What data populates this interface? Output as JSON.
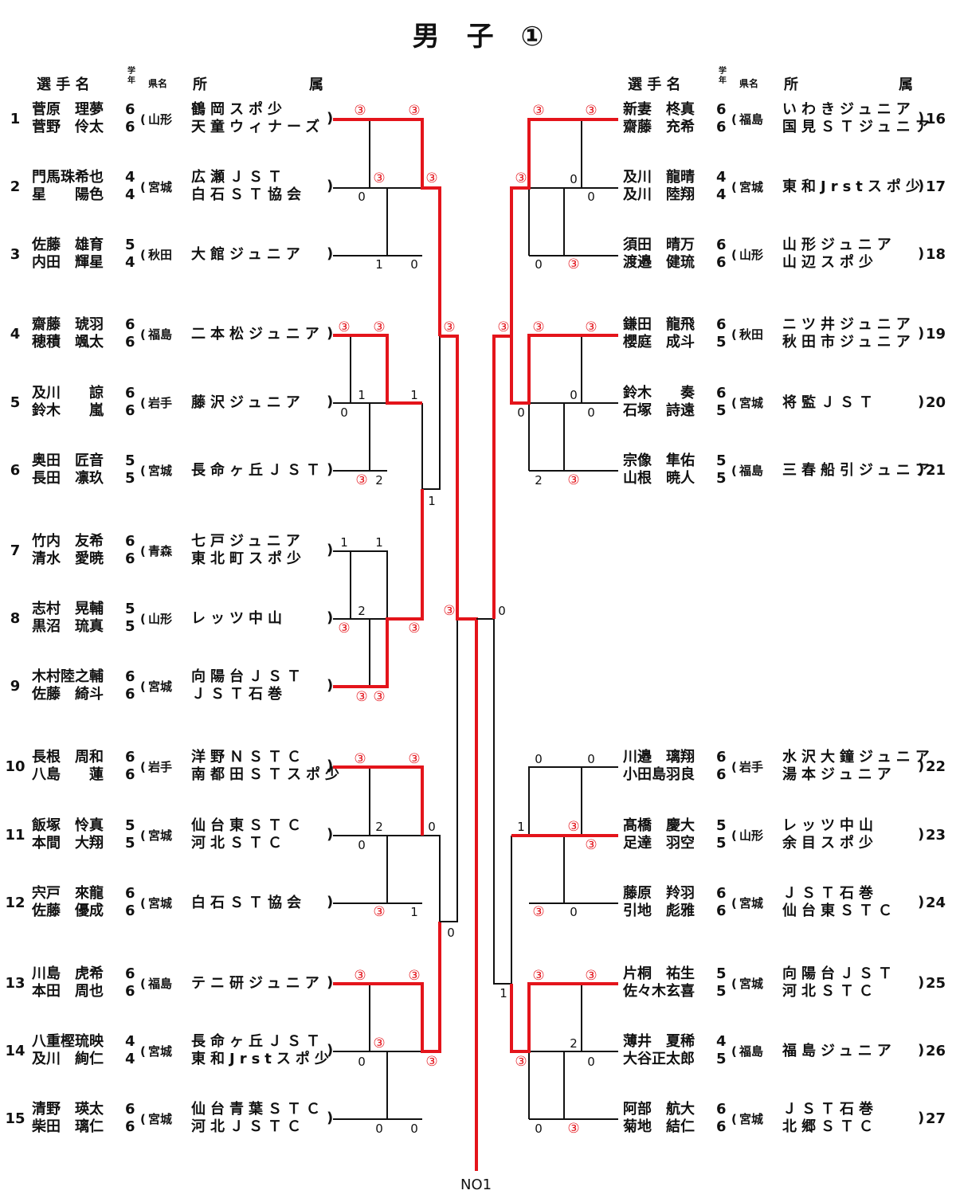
{
  "title": "男　子　①",
  "headers": {
    "player": "選 手 名",
    "grade": "学年",
    "pref": "県名",
    "aff_a": "所",
    "aff_b": "属"
  },
  "left": [
    {
      "seed": "1",
      "n1": "菅原　理夢",
      "n2": "菅野　伶太",
      "g1": "6",
      "g2": "6",
      "pref": "山形",
      "a1": "鶴岡スポ少",
      "a2": "天童ウィナーズ"
    },
    {
      "seed": "2",
      "n1": "門馬珠希也",
      "n2": "星　　陽色",
      "g1": "4",
      "g2": "4",
      "pref": "宮城",
      "a1": "広瀬ＪＳＴ",
      "a2": "白石ＳＴ協会"
    },
    {
      "seed": "3",
      "n1": "佐藤　雄育",
      "n2": "内田　輝星",
      "g1": "5",
      "g2": "4",
      "pref": "秋田",
      "a1": "大館ジュニア",
      "a2": ""
    },
    {
      "seed": "4",
      "n1": "齋藤　琥羽",
      "n2": "穂積　颯太",
      "g1": "6",
      "g2": "6",
      "pref": "福島",
      "a1": "二本松ジュニア",
      "a2": ""
    },
    {
      "seed": "5",
      "n1": "及川　　諒",
      "n2": "鈴木　　嵐",
      "g1": "6",
      "g2": "6",
      "pref": "岩手",
      "a1": "藤沢ジュニア",
      "a2": ""
    },
    {
      "seed": "6",
      "n1": "奥田　匠音",
      "n2": "長田　凛玖",
      "g1": "5",
      "g2": "5",
      "pref": "宮城",
      "a1": "長命ヶ丘ＪＳＴ",
      "a2": ""
    },
    {
      "seed": "7",
      "n1": "竹内　友希",
      "n2": "清水　愛暁",
      "g1": "6",
      "g2": "6",
      "pref": "青森",
      "a1": "七戸ジュニア",
      "a2": "東北町スポ少"
    },
    {
      "seed": "8",
      "n1": "志村　晃輔",
      "n2": "黒沼　琉真",
      "g1": "5",
      "g2": "5",
      "pref": "山形",
      "a1": "レッツ中山",
      "a2": ""
    },
    {
      "seed": "9",
      "n1": "木村陸之輔",
      "n2": "佐藤　綺斗",
      "g1": "6",
      "g2": "6",
      "pref": "宮城",
      "a1": "向陽台ＪＳＴ",
      "a2": "ＪＳＴ石巻"
    },
    {
      "seed": "10",
      "n1": "長根　周和",
      "n2": "八島　　蓮",
      "g1": "6",
      "g2": "6",
      "pref": "岩手",
      "a1": "洋野ＮＳＴＣ",
      "a2": "南都田ＳＴスポ少"
    },
    {
      "seed": "11",
      "n1": "飯塚　怜真",
      "n2": "本間　大翔",
      "g1": "5",
      "g2": "5",
      "pref": "宮城",
      "a1": "仙台東ＳＴＣ",
      "a2": "河北ＳＴＣ"
    },
    {
      "seed": "12",
      "n1": "宍戸　來龍",
      "n2": "佐藤　優成",
      "g1": "6",
      "g2": "6",
      "pref": "宮城",
      "a1": "白石ＳＴ協会",
      "a2": ""
    },
    {
      "seed": "13",
      "n1": "川島　虎希",
      "n2": "本田　周也",
      "g1": "6",
      "g2": "6",
      "pref": "福島",
      "a1": "テニ研ジュニア",
      "a2": ""
    },
    {
      "seed": "14",
      "n1": "八重樫琉映",
      "n2": "及川　絢仁",
      "g1": "4",
      "g2": "4",
      "pref": "宮城",
      "a1": "長命ヶ丘ＪＳＴ",
      "a2": "東和Jrstスポ少"
    },
    {
      "seed": "15",
      "n1": "清野　瑛太",
      "n2": "柴田　璃仁",
      "g1": "6",
      "g2": "6",
      "pref": "宮城",
      "a1": "仙台青葉ＳＴＣ",
      "a2": "河北ＪＳＴＣ"
    }
  ],
  "right": [
    {
      "seed": "16",
      "n1": "新妻　柊真",
      "n2": "齋藤　充希",
      "g1": "6",
      "g2": "6",
      "pref": "福島",
      "a1": "いわきジュニア",
      "a2": "国見ＳＴジュニア"
    },
    {
      "seed": "17",
      "n1": "及川　龍晴",
      "n2": "及川　陸翔",
      "g1": "4",
      "g2": "4",
      "pref": "宮城",
      "a1": "東和Jrstスポ少",
      "a2": ""
    },
    {
      "seed": "18",
      "n1": "須田　晴万",
      "n2": "渡邉　健琉",
      "g1": "6",
      "g2": "6",
      "pref": "山形",
      "a1": "山形ジュニア",
      "a2": "山辺スポ少"
    },
    {
      "seed": "19",
      "n1": "鎌田　龍飛",
      "n2": "櫻庭　成斗",
      "g1": "6",
      "g2": "5",
      "pref": "秋田",
      "a1": "ニツ井ジュニア",
      "a2": "秋田市ジュニア"
    },
    {
      "seed": "20",
      "n1": "鈴木　　奏",
      "n2": "石塚　詩遠",
      "g1": "6",
      "g2": "5",
      "pref": "宮城",
      "a1": "将監ＪＳＴ",
      "a2": ""
    },
    {
      "seed": "21",
      "n1": "宗像　隼佑",
      "n2": "山根　暁人",
      "g1": "5",
      "g2": "5",
      "pref": "福島",
      "a1": "三春船引ジュニア",
      "a2": ""
    },
    {
      "seed": "22",
      "n1": "川邉　璃翔",
      "n2": "小田島羽良",
      "g1": "6",
      "g2": "6",
      "pref": "岩手",
      "a1": "水沢大鐘ジュニア",
      "a2": "湯本ジュニア"
    },
    {
      "seed": "23",
      "n1": "髙橋　慶大",
      "n2": "足達　羽空",
      "g1": "5",
      "g2": "5",
      "pref": "山形",
      "a1": "レッツ中山",
      "a2": "余目スポ少"
    },
    {
      "seed": "24",
      "n1": "藤原　羚羽",
      "n2": "引地　彪雅",
      "g1": "6",
      "g2": "6",
      "pref": "宮城",
      "a1": "ＪＳＴ石巻",
      "a2": "仙台東ＳＴＣ"
    },
    {
      "seed": "25",
      "n1": "片桐　祐生",
      "n2": "佐々木玄喜",
      "g1": "5",
      "g2": "5",
      "pref": "宮城",
      "a1": "向陽台ＪＳＴ",
      "a2": "河北ＳＴＣ"
    },
    {
      "seed": "26",
      "n1": "薄井　夏稀",
      "n2": "大谷正太郎",
      "g1": "4",
      "g2": "5",
      "pref": "福島",
      "a1": "福島ジュニア",
      "a2": ""
    },
    {
      "seed": "27",
      "n1": "阿部　航大",
      "n2": "菊地　結仁",
      "g1": "6",
      "g2": "6",
      "pref": "宮城",
      "a1": "ＪＳＴ石巻",
      "a2": "北郷ＳＴＣ"
    }
  ],
  "scores": [
    "③",
    "0",
    "1",
    "2"
  ],
  "final_label": "NO1",
  "colors": {
    "win": "#e4141b",
    "line": "#111111"
  }
}
